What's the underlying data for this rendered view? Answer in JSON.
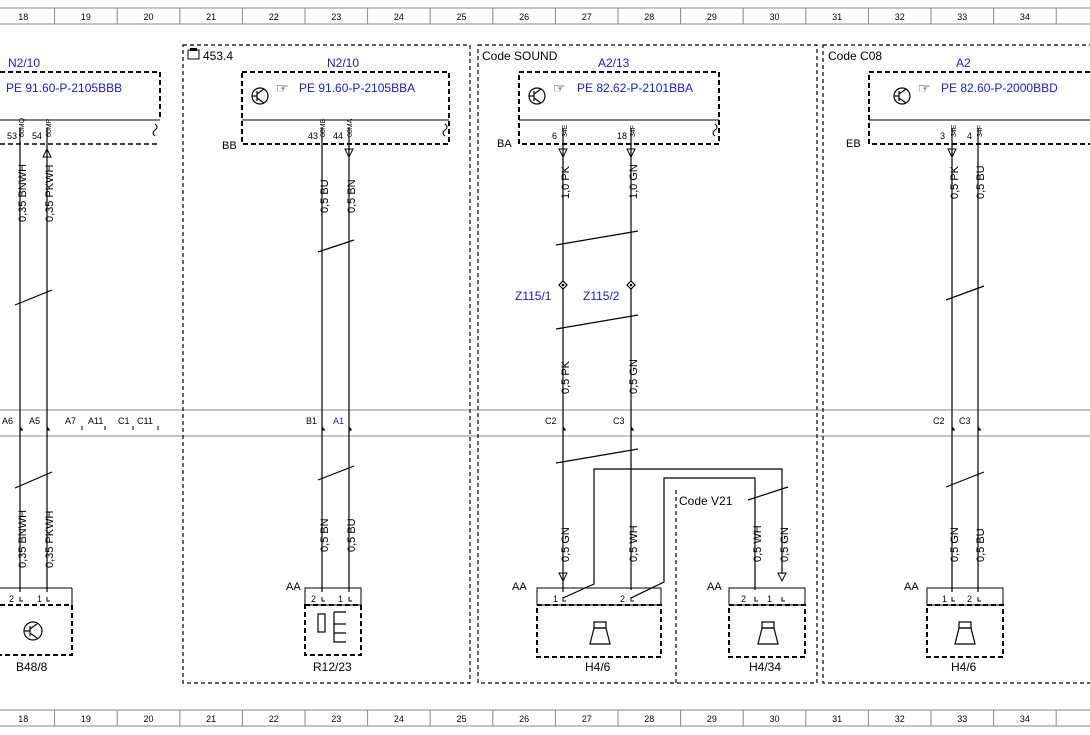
{
  "ruler": {
    "columns": [
      "18",
      "19",
      "20",
      "21",
      "22",
      "23",
      "24",
      "25",
      "26",
      "27",
      "28",
      "29",
      "30",
      "31",
      "32",
      "33",
      "34"
    ]
  },
  "colors": {
    "line": "#000000",
    "link": "#1a1acc",
    "grid": "#888888"
  },
  "ref_453": "453.4",
  "code_sound": "Code SOUND",
  "code_c08": "Code C08",
  "code_v21": "Code V21",
  "modules": {
    "left": {
      "name": "N2/10",
      "pe": "PE 91.60-P-2105BBB",
      "pins": [
        "53",
        "54"
      ],
      "wire_codes": [
        "60MQ",
        "60MP"
      ]
    },
    "mid": {
      "name": "N2/10",
      "pe": "PE 91.60-P-2105BBA",
      "conn": "BB",
      "pins": [
        "43",
        "44"
      ],
      "wire_codes": [
        "60MB",
        "60MA"
      ]
    },
    "sound": {
      "name": "A2/13",
      "pe": "PE 82.62-P-2101BBA",
      "conn": "BA",
      "pins": [
        "6",
        "18"
      ],
      "wire_codes": [
        "34E",
        "34F"
      ]
    },
    "right": {
      "name": "A2",
      "pe": "PE 82.60-P-2000BBD",
      "conn": "EB",
      "pins": [
        "3",
        "4"
      ],
      "wire_codes": [
        "34E",
        "34F"
      ]
    }
  },
  "wires_top": {
    "left": [
      "0,35 BNWH",
      "0,35 PKWH"
    ],
    "mid": [
      "0,5 BU",
      "0,5 BN"
    ],
    "sound": [
      "1,0 PK",
      "1,0 GN"
    ],
    "right": [
      "0,5 PK",
      "0,5 BU"
    ]
  },
  "splices": [
    "Z115/1",
    "Z115/2"
  ],
  "wires_spliced": [
    "0,5 PK",
    "0,5 GN"
  ],
  "separation": {
    "left": [
      "A6",
      "A5",
      "A7",
      "A11",
      "C1",
      "C11"
    ],
    "mid": [
      "B1",
      "A1"
    ],
    "sound": [
      "C2",
      "C3"
    ],
    "right": [
      "C2",
      "C3"
    ]
  },
  "wires_bottom": {
    "left": [
      "0,35 BNWH",
      "0,35 PKWH"
    ],
    "mid": [
      "0,5 BN",
      "0,5 BU"
    ],
    "sound": [
      "0,5 GN",
      "0,5 WH"
    ],
    "v21": [
      "0,5 WH",
      "0,5 GN"
    ],
    "right": [
      "0,5 GN",
      "0,5 BU"
    ]
  },
  "connectors": {
    "aa": "AA"
  },
  "components": {
    "b48": {
      "name": "B48/8",
      "pins": [
        "2",
        "1"
      ]
    },
    "r12": {
      "name": "R12/23",
      "pins": [
        "2",
        "1"
      ]
    },
    "h4a": {
      "name": "H4/6",
      "pins": [
        "1",
        "2"
      ]
    },
    "h434": {
      "name": "H4/34",
      "pins": [
        "2",
        "1"
      ]
    },
    "h4b": {
      "name": "H4/6",
      "pins": [
        "1",
        "2"
      ]
    }
  }
}
